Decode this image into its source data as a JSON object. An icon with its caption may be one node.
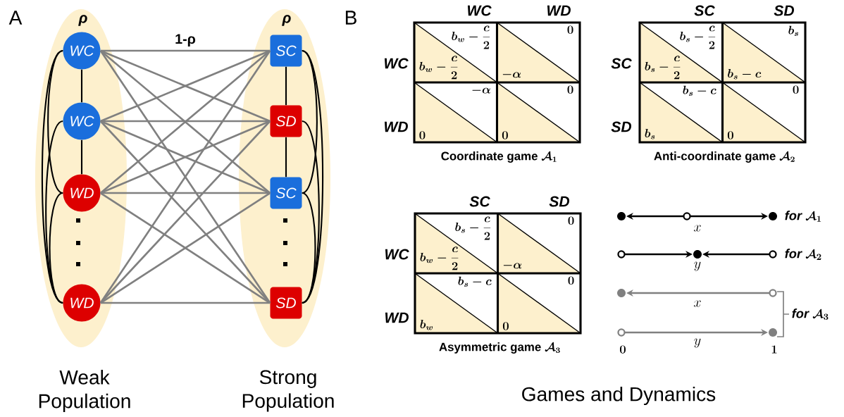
{
  "diagram": {
    "nodes": [
      {
        "text": [
          "ρ"
        ],
        "beside": [
          "Weak Population"
        ]
      },
      {
        "text": [
          "WC"
        ],
        "in": 0
      },
      {
        "text": [
          "WC"
        ],
        "in": 0
      },
      {
        "text": [
          "WD"
        ],
        "in": 0
      },
      {
        "text": [
          "WD"
        ],
        "in": 0
      },
      {
        "text": [
          "ρ"
        ],
        "beside": [
          "Strong Population"
        ]
      },
      {
        "text": [
          "SC"
        ],
        "in": 5
      },
      {
        "text": [
          "SD"
        ],
        "in": 5
      },
      {
        "text": [
          "SC"
        ],
        "in": 5
      },
      {
        "text": [
          "SD"
        ],
        "in": 5
      }
    ],
    "edges": [
      {
        "from": 1,
        "to": 2,
        "arrow": "none",
        "color": "#000000"
      },
      {
        "from": 2,
        "to": 3,
        "arrow": "none",
        "color": "#000000"
      },
      {
        "from": 1,
        "to": 3,
        "arrow": "none",
        "color": "#000000"
      },
      {
        "from": 1,
        "to": 4,
        "arrow": "none",
        "color": "#000000"
      },
      {
        "from": 2,
        "to": 4,
        "arrow": "none",
        "color": "#000000"
      },
      {
        "from": 3,
        "to": 4,
        "arrow": "none",
        "color": "#000000"
      },
      {
        "from": 6,
        "to": 7,
        "arrow": "none",
        "color": "#000000"
      },
      {
        "from": 7,
        "to": 8,
        "arrow": "none",
        "color": "#000000"
      },
      {
        "from": 6,
        "to": 8,
        "arrow": "none",
        "color": "#000000"
      },
      {
        "from": 6,
        "to": 9,
        "arrow": "none",
        "color": "#000000"
      },
      {
        "from": 7,
        "to": 9,
        "arrow": "none",
        "color": "#000000"
      },
      {
        "from": 8,
        "to": 9,
        "arrow": "none",
        "color": "#000000"
      },
      {
        "from": 1,
        "to": 6,
        "arrow": "none",
        "label": "1-ρ"
      },
      {
        "from": 1,
        "to": 7,
        "arrow": "none"
      },
      {
        "from": 1,
        "to": 8,
        "arrow": "none"
      },
      {
        "from": 1,
        "to": 9,
        "arrow": "none"
      },
      {
        "from": 2,
        "to": 6,
        "arrow": "none"
      },
      {
        "from": 2,
        "to": 7,
        "arrow": "none"
      },
      {
        "from": 2,
        "to": 8,
        "arrow": "none"
      },
      {
        "from": 2,
        "to": 9,
        "arrow": "none"
      },
      {
        "from": 3,
        "to": 6,
        "arrow": "none"
      },
      {
        "from": 3,
        "to": 7,
        "arrow": "none"
      },
      {
        "from": 3,
        "to": 8,
        "arrow": "none"
      },
      {
        "from": 3,
        "to": 9,
        "arrow": "none"
      },
      {
        "from": 4,
        "to": 6,
        "arrow": "none"
      },
      {
        "from": 4,
        "to": 7,
        "arrow": "none"
      },
      {
        "from": 4,
        "to": 8,
        "arrow": "none"
      },
      {
        "from": 4,
        "to": 9,
        "arrow": "none"
      }
    ],
    "labels": [
      "A",
      "B",
      "WC",
      "WD",
      "WC",
      "b_w-\\frac{c}{2}",
      "b_w-\\frac{c}{2}",
      "0",
      "-\\alpha",
      "WD",
      "-\\alpha",
      "0",
      "0",
      "0",
      "Coordinate game",
      "\\mathcal{A}_1",
      "SC",
      "SD",
      "SC",
      "b_s-\\frac{c}{2}",
      "b_s-\\frac{c}{2}",
      "b_s",
      "b_s-c",
      "SD",
      "b_s-c",
      "b_s",
      "0",
      "0",
      "Anti-coordinate game",
      "\\mathcal{A}_2",
      "SC",
      "SD",
      "WC",
      "b_s-\\frac{c}{2}",
      "b_w-\\frac{c}{2}",
      "0",
      "-\\alpha",
      "WD",
      "b_s-c",
      "b_w",
      "0",
      "0",
      "Asymmetric game",
      "\\mathcal{A}_3",
      "x",
      "\\mathit{for}\\ \\mathcal{A}_1",
      "y",
      "\\mathit{for}\\ \\mathcal{A}_2",
      "x",
      "y",
      "\\mathit{for}\\ \\mathcal{A}_3",
      "0",
      "1",
      "Games and Dynamics"
    ]
  }
}
